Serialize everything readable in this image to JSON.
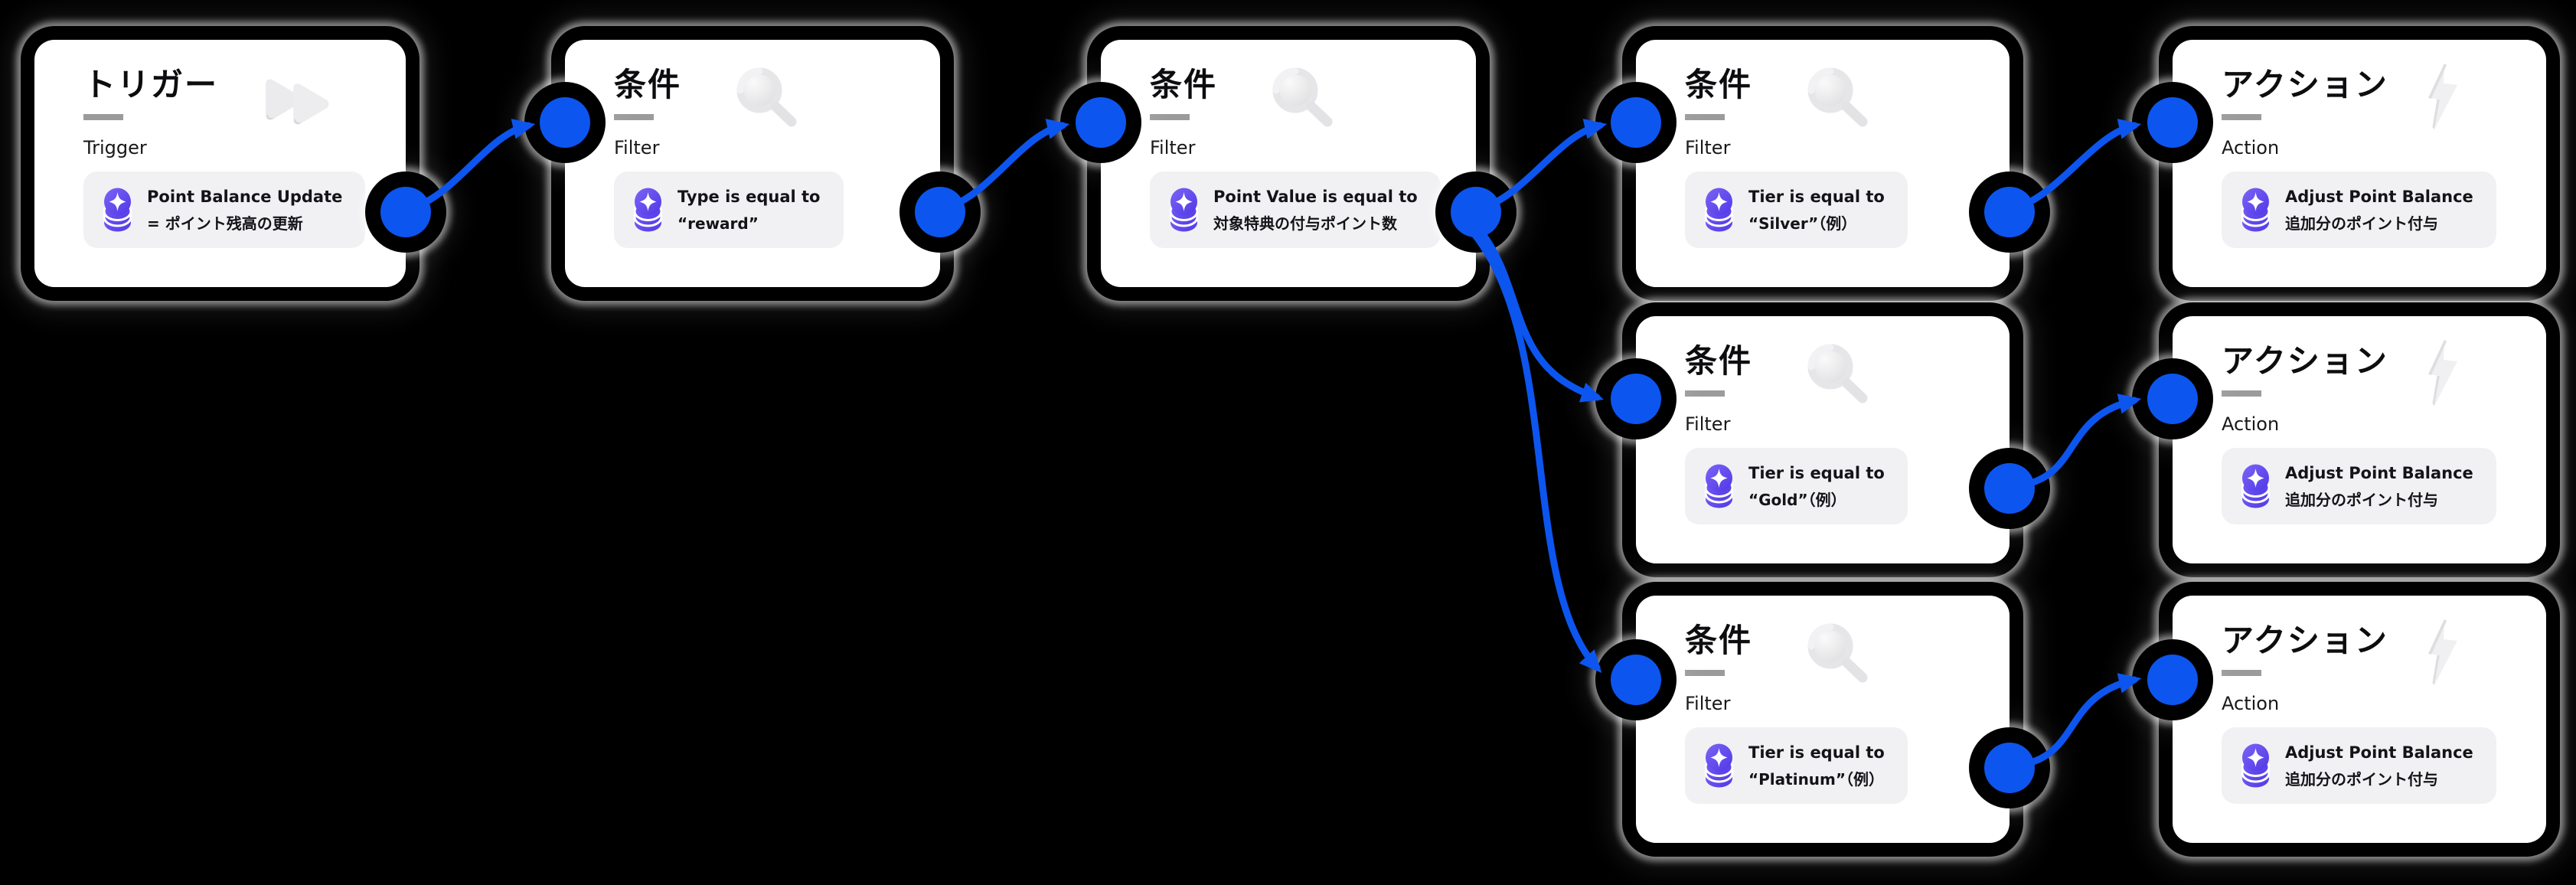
{
  "canvas": {
    "background": "#000000",
    "accent_blue": "#0d55ef",
    "coin_purple": "#6247ee",
    "card_background": "#ffffff",
    "pill_background": "#f1f1f3"
  },
  "nodes": [
    {
      "id": "trigger",
      "type": "trigger",
      "title": "トリガー",
      "subtitle": "Trigger",
      "icon": "fast-forward-icon",
      "item": {
        "line1": "Point Balance Update",
        "line2": "= ポイント残高の更新"
      }
    },
    {
      "id": "filter-type",
      "type": "filter",
      "title": "条件",
      "subtitle": "Filter",
      "icon": "magnifier-icon",
      "item": {
        "line1": "Type is equal to",
        "line2": "“reward”"
      }
    },
    {
      "id": "filter-point-value",
      "type": "filter",
      "title": "条件",
      "subtitle": "Filter",
      "icon": "magnifier-icon",
      "item": {
        "line1": "Point Value is equal to",
        "line2": "対象特典の付与ポイント数"
      }
    },
    {
      "id": "filter-tier-silver",
      "type": "filter",
      "title": "条件",
      "subtitle": "Filter",
      "icon": "magnifier-icon",
      "item": {
        "line1": "Tier is equal to",
        "line2": "“Silver”（例）"
      }
    },
    {
      "id": "action-silver",
      "type": "action",
      "title": "アクション",
      "subtitle": "Action",
      "icon": "lightning-icon",
      "item": {
        "line1": "Adjust Point Balance",
        "line2": "追加分のポイント付与"
      }
    },
    {
      "id": "filter-tier-gold",
      "type": "filter",
      "title": "条件",
      "subtitle": "Filter",
      "icon": "magnifier-icon",
      "item": {
        "line1": "Tier is equal to",
        "line2": "“Gold”（例）"
      }
    },
    {
      "id": "action-gold",
      "type": "action",
      "title": "アクション",
      "subtitle": "Action",
      "icon": "lightning-icon",
      "item": {
        "line1": "Adjust Point Balance",
        "line2": "追加分のポイント付与"
      }
    },
    {
      "id": "filter-tier-platinum",
      "type": "filter",
      "title": "条件",
      "subtitle": "Filter",
      "icon": "magnifier-icon",
      "item": {
        "line1": "Tier is equal to",
        "line2": "“Platinum”（例）"
      }
    },
    {
      "id": "action-platinum",
      "type": "action",
      "title": "アクション",
      "subtitle": "Action",
      "icon": "lightning-icon",
      "item": {
        "line1": "Adjust Point Balance",
        "line2": "追加分のポイント付与"
      }
    }
  ],
  "connections": [
    {
      "from": "trigger",
      "to": "filter-type"
    },
    {
      "from": "filter-type",
      "to": "filter-point-value"
    },
    {
      "from": "filter-point-value",
      "to": "filter-tier-silver"
    },
    {
      "from": "filter-point-value",
      "to": "filter-tier-gold"
    },
    {
      "from": "filter-point-value",
      "to": "filter-tier-platinum"
    },
    {
      "from": "filter-tier-silver",
      "to": "action-silver"
    },
    {
      "from": "filter-tier-gold",
      "to": "action-gold"
    },
    {
      "from": "filter-tier-platinum",
      "to": "action-platinum"
    }
  ]
}
